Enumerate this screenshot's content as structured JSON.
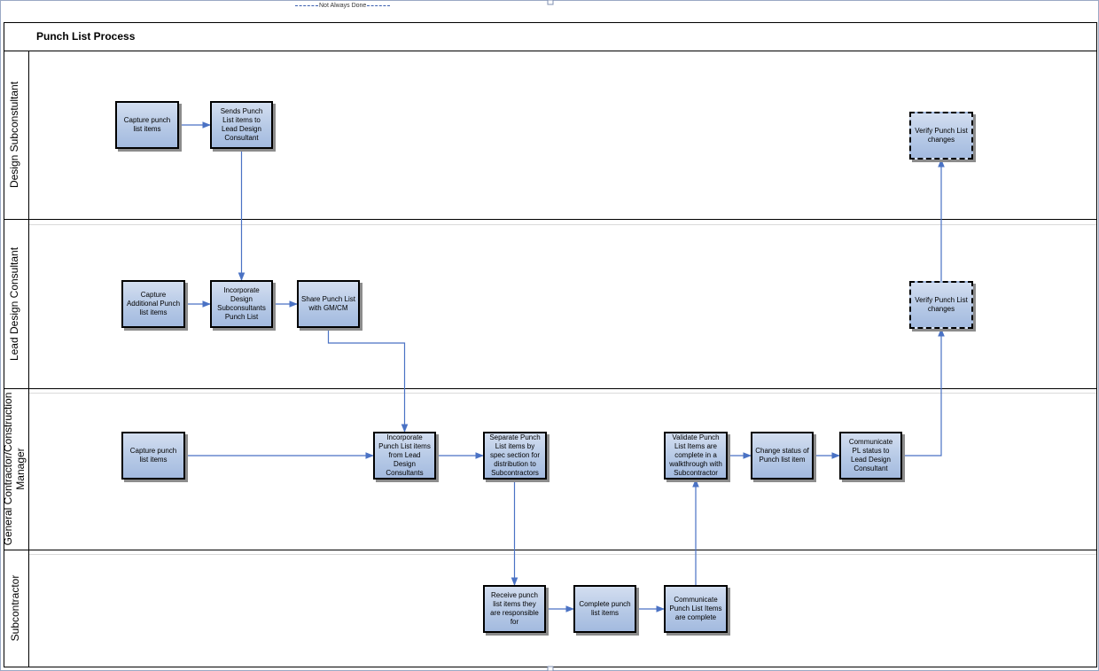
{
  "pool": {
    "title": "Punch List Process"
  },
  "legend": {
    "label": "Not Always Done"
  },
  "lanes": [
    {
      "id": "design-subconsultant",
      "label": "Design Subconstultant"
    },
    {
      "id": "lead-design-consultant",
      "label": "Lead Design Consultant"
    },
    {
      "id": "gc-cm",
      "label": "General Contractor/Construction Manager"
    },
    {
      "id": "subcontractor",
      "label": "Subcontractor"
    }
  ],
  "nodes": [
    {
      "id": "ds_capture",
      "lane": "design-subconsultant",
      "text": "Capture punch list items"
    },
    {
      "id": "ds_sends",
      "lane": "design-subconsultant",
      "text": "Sends Punch List items to Lead Design Consultant"
    },
    {
      "id": "ds_verify",
      "lane": "design-subconsultant",
      "text": "Verify Punch List changes",
      "optional": true
    },
    {
      "id": "ld_capture",
      "lane": "lead-design-consultant",
      "text": "Capture Additional Punch list items"
    },
    {
      "id": "ld_incorporate",
      "lane": "lead-design-consultant",
      "text": "Incorporate Design Subconsultants Punch List"
    },
    {
      "id": "ld_share",
      "lane": "lead-design-consultant",
      "text": "Share Punch List with GM/CM"
    },
    {
      "id": "ld_verify",
      "lane": "lead-design-consultant",
      "text": "Verify Punch List changes",
      "optional": true
    },
    {
      "id": "gc_capture",
      "lane": "gc-cm",
      "text": "Capture  punch list items"
    },
    {
      "id": "gc_incorporate",
      "lane": "gc-cm",
      "text": "Incorporate Punch List items from Lead Design Consultants"
    },
    {
      "id": "gc_separate",
      "lane": "gc-cm",
      "text": "Separate Punch List items by spec section for distribution to Subcontractors"
    },
    {
      "id": "gc_validate",
      "lane": "gc-cm",
      "text": "Validate Punch List Items are complete in a walkthrough with Subcontractor"
    },
    {
      "id": "gc_change",
      "lane": "gc-cm",
      "text": "Change status of Punch list item"
    },
    {
      "id": "gc_communicate",
      "lane": "gc-cm",
      "text": "Communicate PL status to Lead Design Consultant"
    },
    {
      "id": "sc_receive",
      "lane": "subcontractor",
      "text": "Receive punch list items they are responsible for"
    },
    {
      "id": "sc_complete",
      "lane": "subcontractor",
      "text": "Complete punch list items"
    },
    {
      "id": "sc_communicate",
      "lane": "subcontractor",
      "text": "Communicate Punch List Items are complete"
    }
  ],
  "edges": [
    {
      "from": "ds_capture",
      "to": "ds_sends"
    },
    {
      "from": "ds_sends",
      "to": "ld_incorporate"
    },
    {
      "from": "ld_capture",
      "to": "ld_incorporate"
    },
    {
      "from": "ld_incorporate",
      "to": "ld_share"
    },
    {
      "from": "ld_share",
      "to": "gc_incorporate"
    },
    {
      "from": "gc_capture",
      "to": "gc_incorporate"
    },
    {
      "from": "gc_incorporate",
      "to": "gc_separate"
    },
    {
      "from": "gc_separate",
      "to": "sc_receive"
    },
    {
      "from": "sc_receive",
      "to": "sc_complete"
    },
    {
      "from": "sc_complete",
      "to": "sc_communicate"
    },
    {
      "from": "sc_communicate",
      "to": "gc_validate"
    },
    {
      "from": "gc_validate",
      "to": "gc_change"
    },
    {
      "from": "gc_change",
      "to": "gc_communicate"
    },
    {
      "from": "gc_communicate",
      "to": "ld_verify"
    },
    {
      "from": "ld_verify",
      "to": "ds_verify"
    }
  ],
  "colors": {
    "node_fill": "#b6c9e6",
    "node_border": "#000000",
    "connector": "#4a72c4",
    "lane_border": "#000000"
  }
}
